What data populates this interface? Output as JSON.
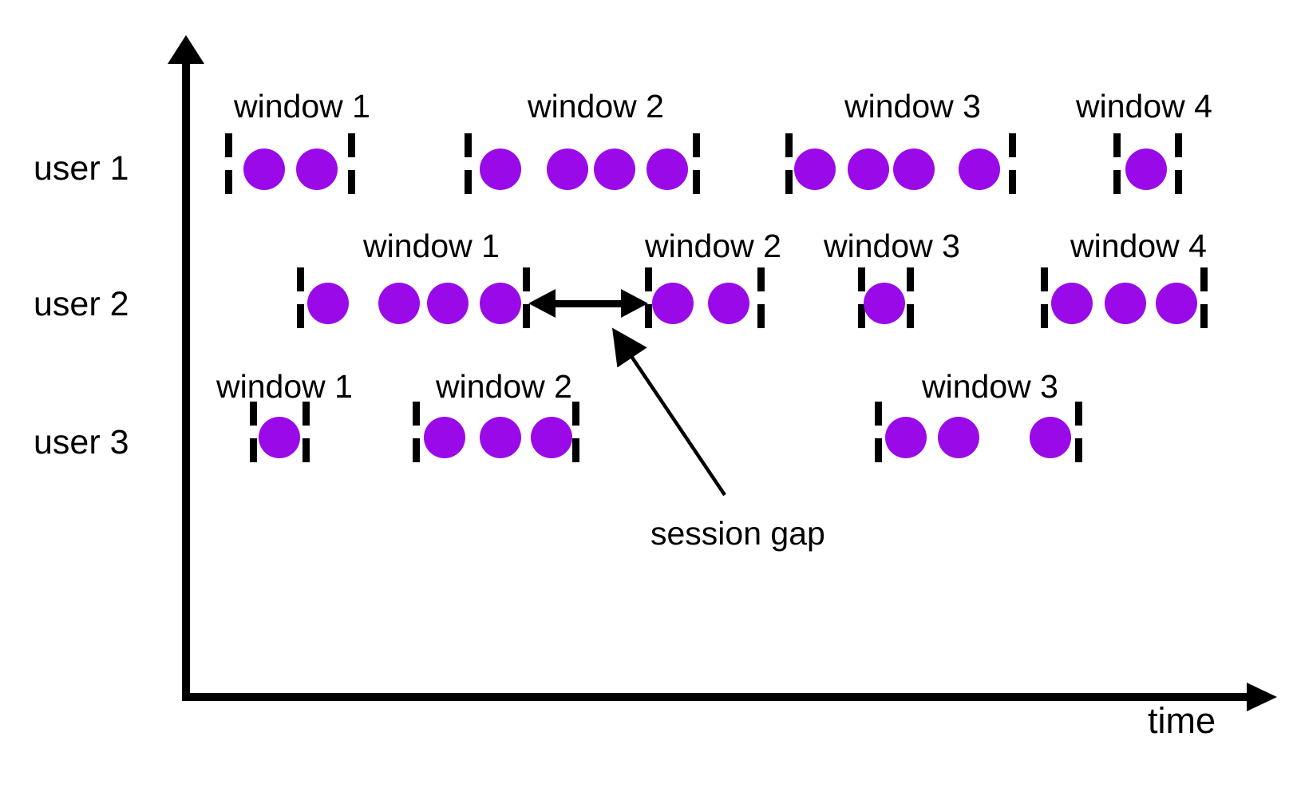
{
  "figure": {
    "background": "#ffffff",
    "dot_color": "#9a0ae8",
    "line_color": "#000000"
  },
  "axes": {
    "x_label": "time",
    "y_label": ""
  },
  "annotation": {
    "label": "session gap"
  },
  "rows": [
    {
      "user_label": "user 1",
      "user_label_x": 42,
      "user_label_y": 190,
      "row_center_y": 212,
      "windows": [
        {
          "label": "window 1",
          "label_x": 293,
          "label_y": 113,
          "start_x": 286,
          "end_x": 440,
          "dots_x": [
            331,
            397
          ]
        },
        {
          "label": "window 2",
          "label_x": 661,
          "label_y": 113,
          "start_x": 586,
          "end_x": 872,
          "dots_x": [
            627,
            711,
            770,
            836
          ]
        },
        {
          "label": "window 3",
          "label_x": 1058,
          "label_y": 113,
          "start_x": 988,
          "end_x": 1268,
          "dots_x": [
            1021,
            1088,
            1145,
            1227
          ]
        },
        {
          "label": "window 4",
          "label_x": 1348,
          "label_y": 113,
          "start_x": 1399,
          "end_x": 1476,
          "dots_x": [
            1436
          ]
        }
      ]
    },
    {
      "user_label": "user 2",
      "user_label_x": 42,
      "user_label_y": 360,
      "row_center_y": 380,
      "windows": [
        {
          "label": "window 1",
          "label_x": 455,
          "label_y": 288,
          "start_x": 376,
          "end_x": 659,
          "dots_x": [
            411,
            500,
            561,
            627
          ]
        },
        {
          "label": "window 2",
          "label_x": 808,
          "label_y": 288,
          "start_x": 812,
          "end_x": 953,
          "dots_x": [
            843,
            913
          ]
        },
        {
          "label": "window 3",
          "label_x": 1032,
          "label_y": 288,
          "start_x": 1079,
          "end_x": 1140,
          "dots_x": [
            1108
          ]
        },
        {
          "label": "window 4",
          "label_x": 1341,
          "label_y": 288,
          "start_x": 1308,
          "end_x": 1508,
          "dots_x": [
            1343,
            1410,
            1474
          ]
        }
      ]
    },
    {
      "user_label": "user 3",
      "user_label_x": 42,
      "user_label_y": 533,
      "row_center_y": 548,
      "windows": [
        {
          "label": "window 1",
          "label_x": 271,
          "label_y": 464,
          "start_x": 317,
          "end_x": 383,
          "dots_x": [
            350
          ]
        },
        {
          "label": "window 2",
          "label_x": 546,
          "label_y": 464,
          "start_x": 521,
          "end_x": 721,
          "dots_x": [
            557,
            627,
            691
          ]
        },
        {
          "label": "window 3",
          "label_x": 1155,
          "label_y": 464,
          "start_x": 1100,
          "end_x": 1351,
          "dots_x": [
            1135,
            1201,
            1316
          ]
        }
      ]
    }
  ],
  "gap_arrow": {
    "x_start": 662,
    "x_end": 812,
    "y": 380
  },
  "leader_line": {
    "from_x": 908,
    "from_y": 620,
    "to_x": 772,
    "to_y": 418
  },
  "chart_data": {
    "type": "diagram",
    "title": "",
    "description": "Sessionization timeline: three users' events grouped into session windows along a time axis, with a session gap separating two windows for user 2.",
    "x_axis": "time",
    "series": [
      {
        "name": "user 1",
        "windows": [
          {
            "name": "window 1",
            "events": 2
          },
          {
            "name": "window 2",
            "events": 4
          },
          {
            "name": "window 3",
            "events": 4
          },
          {
            "name": "window 4",
            "events": 1
          }
        ]
      },
      {
        "name": "user 2",
        "windows": [
          {
            "name": "window 1",
            "events": 4
          },
          {
            "name": "window 2",
            "events": 2
          },
          {
            "name": "window 3",
            "events": 1
          },
          {
            "name": "window 4",
            "events": 3
          }
        ]
      },
      {
        "name": "user 3",
        "windows": [
          {
            "name": "window 1",
            "events": 1
          },
          {
            "name": "window 2",
            "events": 3
          },
          {
            "name": "window 3",
            "events": 3
          }
        ]
      }
    ],
    "annotations": [
      "session gap"
    ]
  }
}
